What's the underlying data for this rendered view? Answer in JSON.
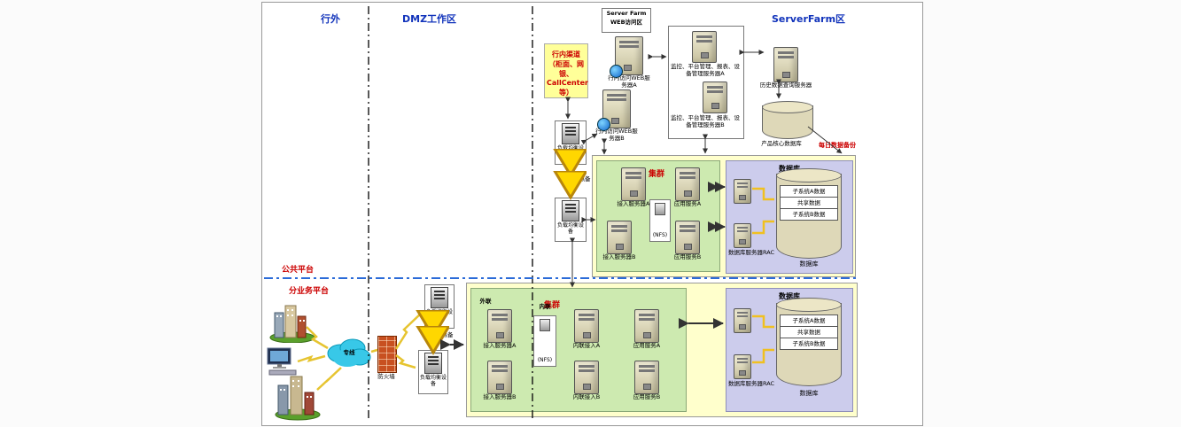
{
  "zones": {
    "outside": "行外",
    "dmz": "DMZ工作区",
    "serverfarm": "ServerFarm区",
    "web_access_area_line1": "Server Farm",
    "web_access_area_line2": "WEB访问区",
    "public_platform": "公共平台",
    "sub_business_platform": "分业务平台"
  },
  "left": {
    "leased_line": "专线",
    "firewall": "防火墙"
  },
  "dmz": {
    "lb_top": "负载均衡设备",
    "lb_bottom": "负载均衡设备",
    "hot_standby": "热备"
  },
  "channel": {
    "label": "行内渠道（柜面、网银、CallCenter等）"
  },
  "web": {
    "server_a": "行内访问WEB服务器A",
    "server_b": "行内访问WEB服务器B",
    "lb_top": "负载均衡设备",
    "lb_bottom": "负载均衡设备",
    "hot_standby": "热备"
  },
  "mgmt": {
    "server_a": "监控、平台管理、报表、设备管理服务器A",
    "server_b": "监控、平台管理、报表、设备管理服务器B",
    "history_server": "历史数据查询服务器",
    "core_db": "产品核心数据库",
    "daily_backup": "每日数据备份"
  },
  "cluster_top": {
    "title": "集群",
    "access_a": "接入服务器A",
    "access_b": "接入服务器B",
    "nfs": "(NFS)",
    "app_a": "应用服务A",
    "app_b": "应用服务B"
  },
  "db_top": {
    "title": "数据库",
    "rac_label": "数据库服务器RAC",
    "bands": [
      "子系统A数据",
      "共享数据",
      "子系统B数据"
    ],
    "cyl_label": "数据库"
  },
  "cluster_bottom": {
    "title": "集群",
    "external": "外联",
    "internal": "内联",
    "access_a": "接入服务器A",
    "access_b": "接入服务器B",
    "nfs": "(NFS)",
    "int_access_a": "内联接入A",
    "int_access_b": "内联接入B",
    "app_a": "应用服务A",
    "app_b": "应用服务B"
  },
  "db_bottom": {
    "title": "数据库",
    "rac_label": "数据库服务器RAC",
    "bands": [
      "子系统A数据",
      "共享数据",
      "子系统B数据"
    ],
    "cyl_label": "数据库"
  },
  "colors": {
    "zone_label": "#1133bb",
    "red_label": "#cc0000",
    "yellow_box": "#ffffcc",
    "green_box": "#cdeab0",
    "purple_box": "#ccccec"
  }
}
